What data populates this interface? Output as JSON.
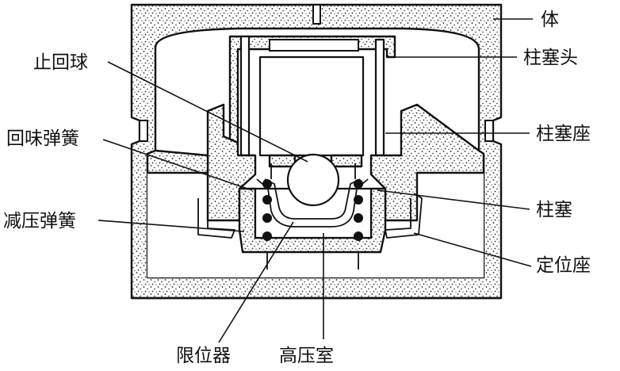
{
  "labels": {
    "body": "体",
    "plunger_head": "柱塞头",
    "plunger_seat": "柱塞座",
    "plunger": "柱塞",
    "positioning_seat": "定位座",
    "check_ball": "止回球",
    "return_spring": "回味弹簧",
    "relief_spring": "减压弹簧",
    "limiter": "限位器",
    "high_pressure_chamber": "高压室"
  },
  "colors": {
    "ink": "#111111",
    "paper": "#ffffff",
    "stipple": "#222222"
  }
}
